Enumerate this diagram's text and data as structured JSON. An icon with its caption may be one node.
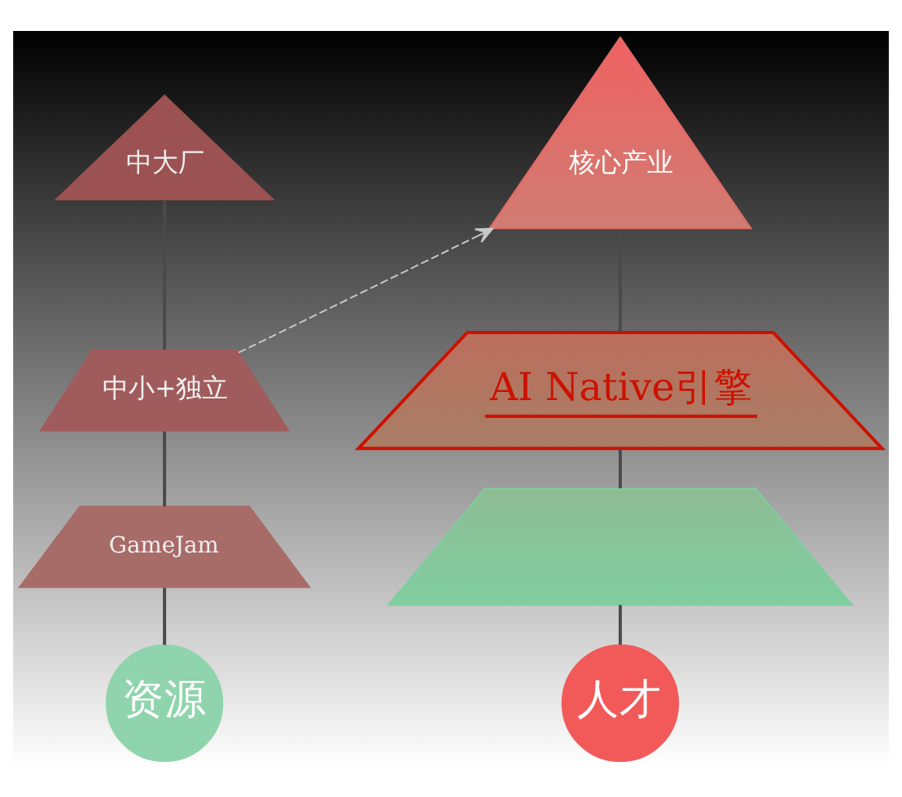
{
  "diagram": {
    "nodes": [
      {
        "text": [
          "中大厂"
        ]
      },
      {
        "text": [
          "中小+独立"
        ]
      },
      {
        "text": [
          "GameJam"
        ]
      },
      {
        "text": [
          "资源"
        ]
      },
      {
        "text": [
          "核心产业"
        ]
      },
      {
        "text": [
          "AI Native引擎"
        ]
      },
      {
        "text": [],
        "shape": "trapezoid"
      },
      {
        "text": [
          "人才"
        ]
      }
    ],
    "edges": [
      {
        "from": 0,
        "to": 1,
        "arrow": "none"
      },
      {
        "from": 1,
        "to": 2,
        "arrow": "none"
      },
      {
        "from": 2,
        "to": 3,
        "arrow": "none"
      },
      {
        "from": 4,
        "to": 5,
        "arrow": "none"
      },
      {
        "from": 5,
        "to": 6,
        "arrow": "none"
      },
      {
        "from": 6,
        "to": 7,
        "arrow": "none"
      },
      {
        "from": 1,
        "to": 4,
        "arrow": "to",
        "style": "dashed",
        "color": "#c8c8c8"
      }
    ]
  }
}
